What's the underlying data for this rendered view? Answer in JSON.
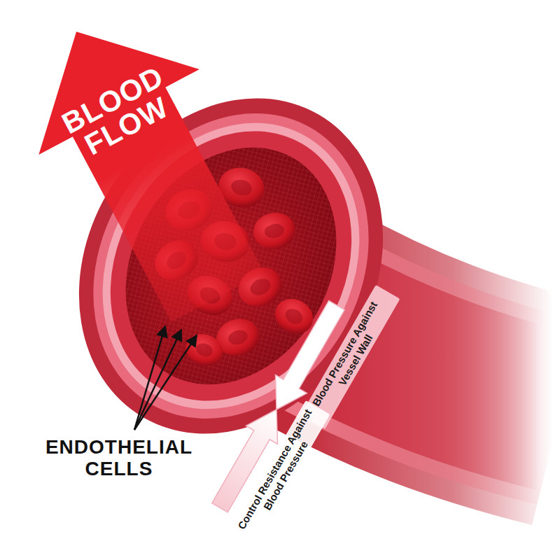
{
  "diagram": {
    "nodes": [
      {
        "text": [
          "BLOOD FLOW"
        ]
      }
    ],
    "labels": [
      "ENDOTHELIAL CELLS",
      "Blood Pressure Against Vessel Wall",
      "Control Resistance Against Blood Pressure"
    ]
  }
}
